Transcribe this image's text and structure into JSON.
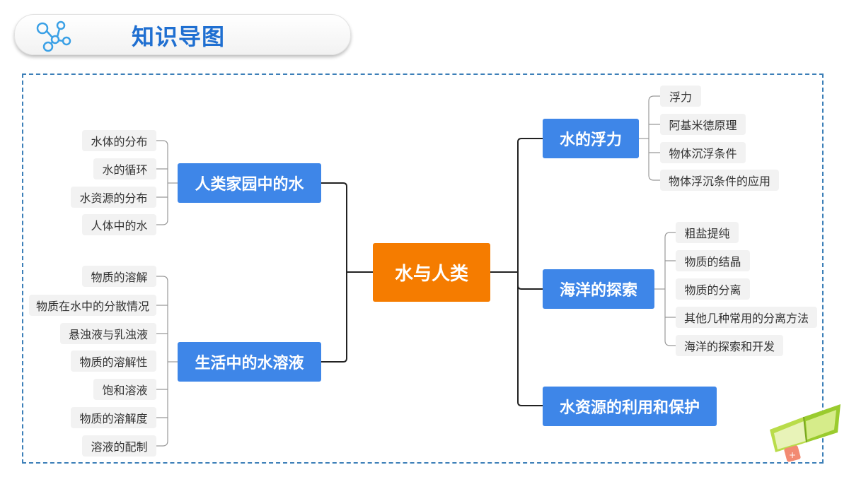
{
  "header": {
    "title": "知识导图",
    "icon": "network-icon"
  },
  "mindmap": {
    "root": "水与人类",
    "left": [
      {
        "label": "人类家园中的水",
        "children": [
          "水体的分布",
          "水的循环",
          "水资源的分布",
          "人体中的水"
        ]
      },
      {
        "label": "生活中的水溶液",
        "children": [
          "物质的溶解",
          "物质在水中的分散情况",
          "悬浊液与乳浊液",
          "物质的溶解性",
          "饱和溶液",
          "物质的溶解度",
          "溶液的配制"
        ]
      }
    ],
    "right": [
      {
        "label": "水的浮力",
        "children": [
          "浮力",
          "阿基米德原理",
          "物体沉浮条件",
          "物体浮沉条件的应用"
        ]
      },
      {
        "label": "海洋的探索",
        "children": [
          "粗盐提纯",
          "物质的结晶",
          "物质的分离",
          "其他几种常用的分离方法",
          "海洋的探索和开发"
        ]
      },
      {
        "label": "水资源的利用和保护",
        "children": []
      }
    ]
  },
  "colors": {
    "root": "#f57c00",
    "branch": "#3e86e8",
    "title": "#1f6fd1",
    "frame": "#3c7fb8"
  }
}
